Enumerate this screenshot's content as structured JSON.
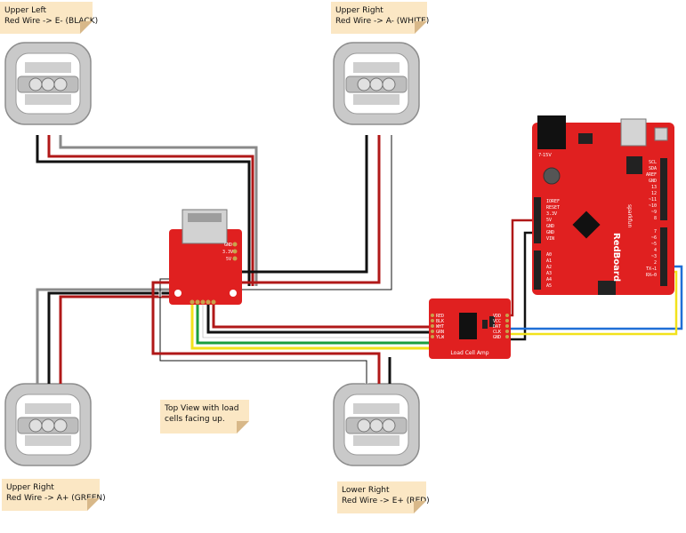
{
  "notes": {
    "upper_left": {
      "line1": "Upper Left",
      "line2": "Red Wire -> E- (BLACK)"
    },
    "upper_right": {
      "line1": "Upper Right",
      "line2": "Red Wire -> A- (WHITE)"
    },
    "lower_left": {
      "line1": "Upper Right",
      "line2": "Red Wire -> A+ (GREEN)"
    },
    "lower_right": {
      "line1": "Lower Right",
      "line2": "Red Wire -> E+ (RED)"
    },
    "top_view": {
      "line1": "Top View with load",
      "line2": "cells facing up."
    }
  },
  "amp_board": {
    "label": "Load Cell Amp",
    "left_pins": [
      "RED",
      "BLK",
      "WHT",
      "GRN",
      "YLW"
    ],
    "right_pins": [
      "VDD",
      "VCC",
      "DAT",
      "CLK",
      "GND"
    ]
  },
  "combinator": {
    "pins": [
      "GND",
      "3.3V",
      "5V"
    ]
  },
  "redboard": {
    "brand": "RedBoard",
    "maker": "sparkfun",
    "power_label": "7-15V",
    "power_pins": [
      "IOREF",
      "RESET",
      "3.3V",
      "5V",
      "GND",
      "GND",
      "VIN"
    ],
    "analog_pins": [
      "A0",
      "A1",
      "A2",
      "A3",
      "A4",
      "A5"
    ],
    "digital_top": [
      "SCL",
      "SDA",
      "AREF",
      "GND",
      "13",
      "12",
      "~11",
      "~10",
      "~9",
      "8"
    ],
    "digital_bottom": [
      "7",
      "~6",
      "~5",
      "4",
      "~3",
      "2",
      "TX→1",
      "RX←0"
    ]
  },
  "colors": {
    "board_red": "#e02020",
    "wire_black": "#111111",
    "wire_red": "#b01818",
    "wire_white": "#ffffff",
    "wire_green": "#1b9e3e",
    "wire_yellow": "#f2e21b",
    "wire_blue": "#1f6fd6",
    "wire_gray": "#8a8a8a",
    "note_bg": "#fbe7c4"
  }
}
